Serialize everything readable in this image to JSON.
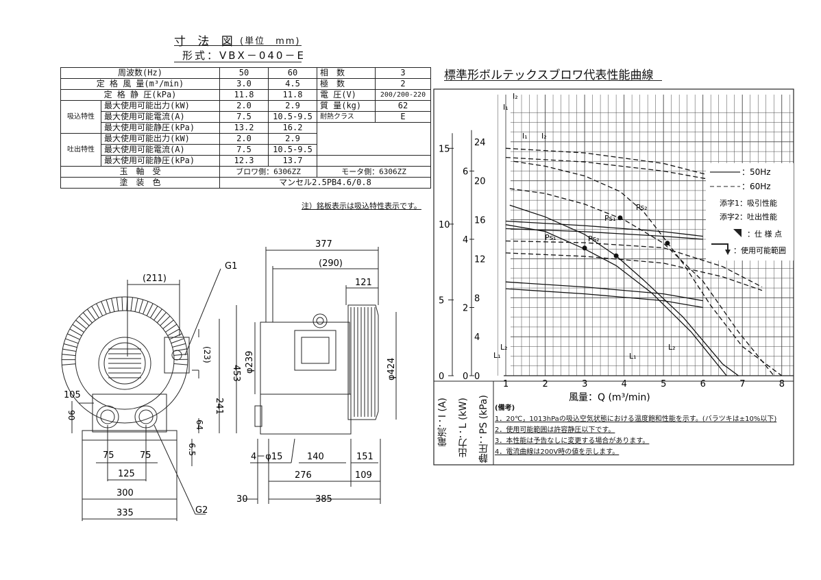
{
  "title": {
    "main": "寸 法 図",
    "unit": "(単位　mm)",
    "model": "形式：VBX－040－E"
  },
  "spec_table": {
    "freq_label": "周波数(Hz)",
    "freq": [
      "50",
      "60"
    ],
    "flow_label": "定 格 風 量(m³/min)",
    "flow": [
      "3.0",
      "4.5"
    ],
    "pressure_label": "定 格 静 圧(kPa)",
    "pressure": [
      "11.8",
      "11.8"
    ],
    "suction_group": "吸込特性",
    "discharge_group": "吐出特性",
    "max_output_label": "最大使用可能出力(kW)",
    "max_current_label": "最大使用可能電流(A)",
    "max_pressure_label": "最大使用可能静圧(kPa)",
    "suction": {
      "output": [
        "2.0",
        "2.9"
      ],
      "current": [
        "7.5",
        "10.5-9.5"
      ],
      "pressure": [
        "13.2",
        "16.2"
      ]
    },
    "discharge": {
      "output": [
        "2.0",
        "2.9"
      ],
      "current": [
        "7.5",
        "10.5-9.5"
      ],
      "pressure": [
        "12.3",
        "13.7"
      ]
    },
    "phase_label": "相　数",
    "phase": "3",
    "poles_label": "極　数",
    "poles": "2",
    "voltage_label": "電 圧(V)",
    "voltage": "200/200-220",
    "mass_label": "質 量(kg)",
    "mass": "62",
    "insulation_label": "耐熱クラス",
    "insulation": "E",
    "bearing_label": "玉　軸　受",
    "bearing_blower": "ブロワ側：6306ZZ",
    "bearing_motor": "モータ側：6306ZZ",
    "paint_label": "塗　装　色",
    "paint": "マンセル2.5PB4.6/0.8",
    "note": "注）銘板表示は吸込特性表示です。"
  },
  "dimensions": {
    "front": {
      "d211": "(211)",
      "g1": "G1",
      "d23": "(23)",
      "d453": "453",
      "d241": "241",
      "d105": "105",
      "d90": "90",
      "d64": "64",
      "d65": "6.5",
      "d75a": "75",
      "d75b": "75",
      "d125": "125",
      "d300": "300",
      "d335": "335",
      "g2": "G2"
    },
    "side": {
      "d377": "377",
      "d290": "(290)",
      "d121": "121",
      "phi239": "φ239",
      "phi424": "φ424",
      "holes": "4－φ15",
      "d140": "140",
      "d151": "151",
      "d276": "276",
      "d109": "109",
      "d30": "30",
      "d385": "385"
    }
  },
  "chart_title": "標準形ボルテックスブロワ代表性能曲線",
  "legend": {
    "hz50": "：50Hz",
    "hz60": "：60Hz",
    "sub1": "添字1：吸引性能",
    "sub2": "添字2：吐出性能",
    "spec_point": "：仕 様 点",
    "usable_range": "：使用可能範囲"
  },
  "axis_labels": {
    "x": "風量：Q (m³/min)",
    "current": "電流：I (A)",
    "output": "出力：L (kW)",
    "pressure": "静圧：PS (kPa)"
  },
  "remarks": {
    "head": "(備考)",
    "items": [
      "1．20℃，1013hPaの吸込空気状態における温度飽和性能を示す。(バラツキは±10%以下)",
      "2．使用可能範囲は許容静圧以下です。",
      "3．本性能は予告なしに変更する場合があります。",
      "4．電流曲線は200V時の値を示します。"
    ]
  },
  "chart_data": {
    "type": "line",
    "x_ticks": [
      "1",
      "2",
      "3",
      "4",
      "5",
      "6",
      "7",
      "8"
    ],
    "xlim": [
      0.6,
      8.3
    ],
    "axes": {
      "pressure": {
        "ticks": [
          "0",
          "4",
          "8",
          "12",
          "16",
          "20",
          "24"
        ],
        "ylim": [
          0,
          28
        ]
      },
      "output": {
        "ticks": [
          "0",
          "2",
          "4",
          "6"
        ],
        "ylim": [
          0,
          8
        ]
      },
      "current": {
        "ticks": [
          "0",
          "5",
          "10",
          "15"
        ],
        "ylim": [
          0,
          18
        ]
      }
    },
    "series": [
      {
        "name": "I2",
        "axis": "current",
        "style": "60Hz",
        "points": [
          [
            1,
            15.0
          ],
          [
            3,
            14.7
          ],
          [
            5,
            14.0
          ],
          [
            6.5,
            13.0
          ],
          [
            7.5,
            12.3
          ]
        ]
      },
      {
        "name": "I1",
        "axis": "current",
        "style": "60Hz",
        "points": [
          [
            1,
            14.4
          ],
          [
            3,
            14.1
          ],
          [
            5,
            13.5
          ],
          [
            6.5,
            12.8
          ],
          [
            7.5,
            12.2
          ]
        ]
      },
      {
        "name": "I2",
        "axis": "current",
        "style": "50Hz",
        "points": [
          [
            1,
            10.2
          ],
          [
            3,
            9.9
          ],
          [
            5,
            9.5
          ],
          [
            6.0,
            9.2
          ]
        ]
      },
      {
        "name": "I1",
        "axis": "current",
        "style": "50Hz",
        "points": [
          [
            1,
            9.7
          ],
          [
            3,
            9.5
          ],
          [
            5,
            9.2
          ],
          [
            6.0,
            9.0
          ]
        ]
      },
      {
        "name": "Ps2",
        "axis": "pressure",
        "style": "60Hz",
        "points": [
          [
            1.2,
            22.0
          ],
          [
            2,
            21.5
          ],
          [
            3,
            20.5
          ],
          [
            3.9,
            18.9
          ],
          [
            4.5,
            16.8
          ],
          [
            5.0,
            14.2
          ],
          [
            5.5,
            11.5
          ],
          [
            6.2,
            7.2
          ],
          [
            7.0,
            3.0
          ],
          [
            8.0,
            0
          ]
        ]
      },
      {
        "name": "Ps1",
        "axis": "pressure",
        "style": "60Hz",
        "points": [
          [
            1.1,
            19.2
          ],
          [
            2,
            18.7
          ],
          [
            3,
            17.6
          ],
          [
            4.0,
            16.0
          ],
          [
            5.0,
            13.6
          ],
          [
            6.0,
            9.7
          ],
          [
            6.9,
            4.5
          ],
          [
            7.8,
            0
          ]
        ]
      },
      {
        "name": "Ps2",
        "axis": "pressure",
        "style": "50Hz",
        "points": [
          [
            1.1,
            17.5
          ],
          [
            2,
            16.3
          ],
          [
            3,
            14.5
          ],
          [
            3.8,
            12.3
          ],
          [
            4.5,
            9.8
          ],
          [
            5.5,
            6.0
          ],
          [
            6.5,
            1.2
          ],
          [
            6.9,
            0
          ]
        ]
      },
      {
        "name": "Ps1",
        "axis": "pressure",
        "style": "50Hz",
        "points": [
          [
            1.0,
            15.5
          ],
          [
            2,
            14.8
          ],
          [
            3,
            13.0
          ],
          [
            3.8,
            11.3
          ],
          [
            4.7,
            8.5
          ],
          [
            5.7,
            4.5
          ],
          [
            6.6,
            0
          ]
        ]
      },
      {
        "name": "L2",
        "axis": "output",
        "style": "60Hz",
        "points": [
          [
            1,
            3.95
          ],
          [
            3,
            3.9
          ],
          [
            5,
            3.75
          ],
          [
            6.5,
            3.2
          ],
          [
            7.5,
            2.6
          ]
        ]
      },
      {
        "name": "L1",
        "axis": "output",
        "style": "60Hz",
        "points": [
          [
            1,
            3.6
          ],
          [
            3,
            3.5
          ],
          [
            5,
            3.3
          ],
          [
            6.5,
            2.9
          ],
          [
            7.5,
            2.5
          ]
        ]
      },
      {
        "name": "L2",
        "axis": "output",
        "style": "50Hz",
        "points": [
          [
            1,
            2.75
          ],
          [
            3,
            2.6
          ],
          [
            5,
            2.4
          ],
          [
            6.0,
            2.2
          ]
        ]
      },
      {
        "name": "L1",
        "axis": "output",
        "style": "50Hz",
        "points": [
          [
            1,
            2.55
          ],
          [
            3,
            2.4
          ],
          [
            5,
            2.2
          ],
          [
            6.0,
            2.0
          ]
        ]
      }
    ],
    "spec_points": [
      [
        3.0,
        13.1
      ],
      [
        3.8,
        12.3
      ],
      [
        3.9,
        16.2
      ],
      [
        5.1,
        13.6
      ]
    ]
  }
}
